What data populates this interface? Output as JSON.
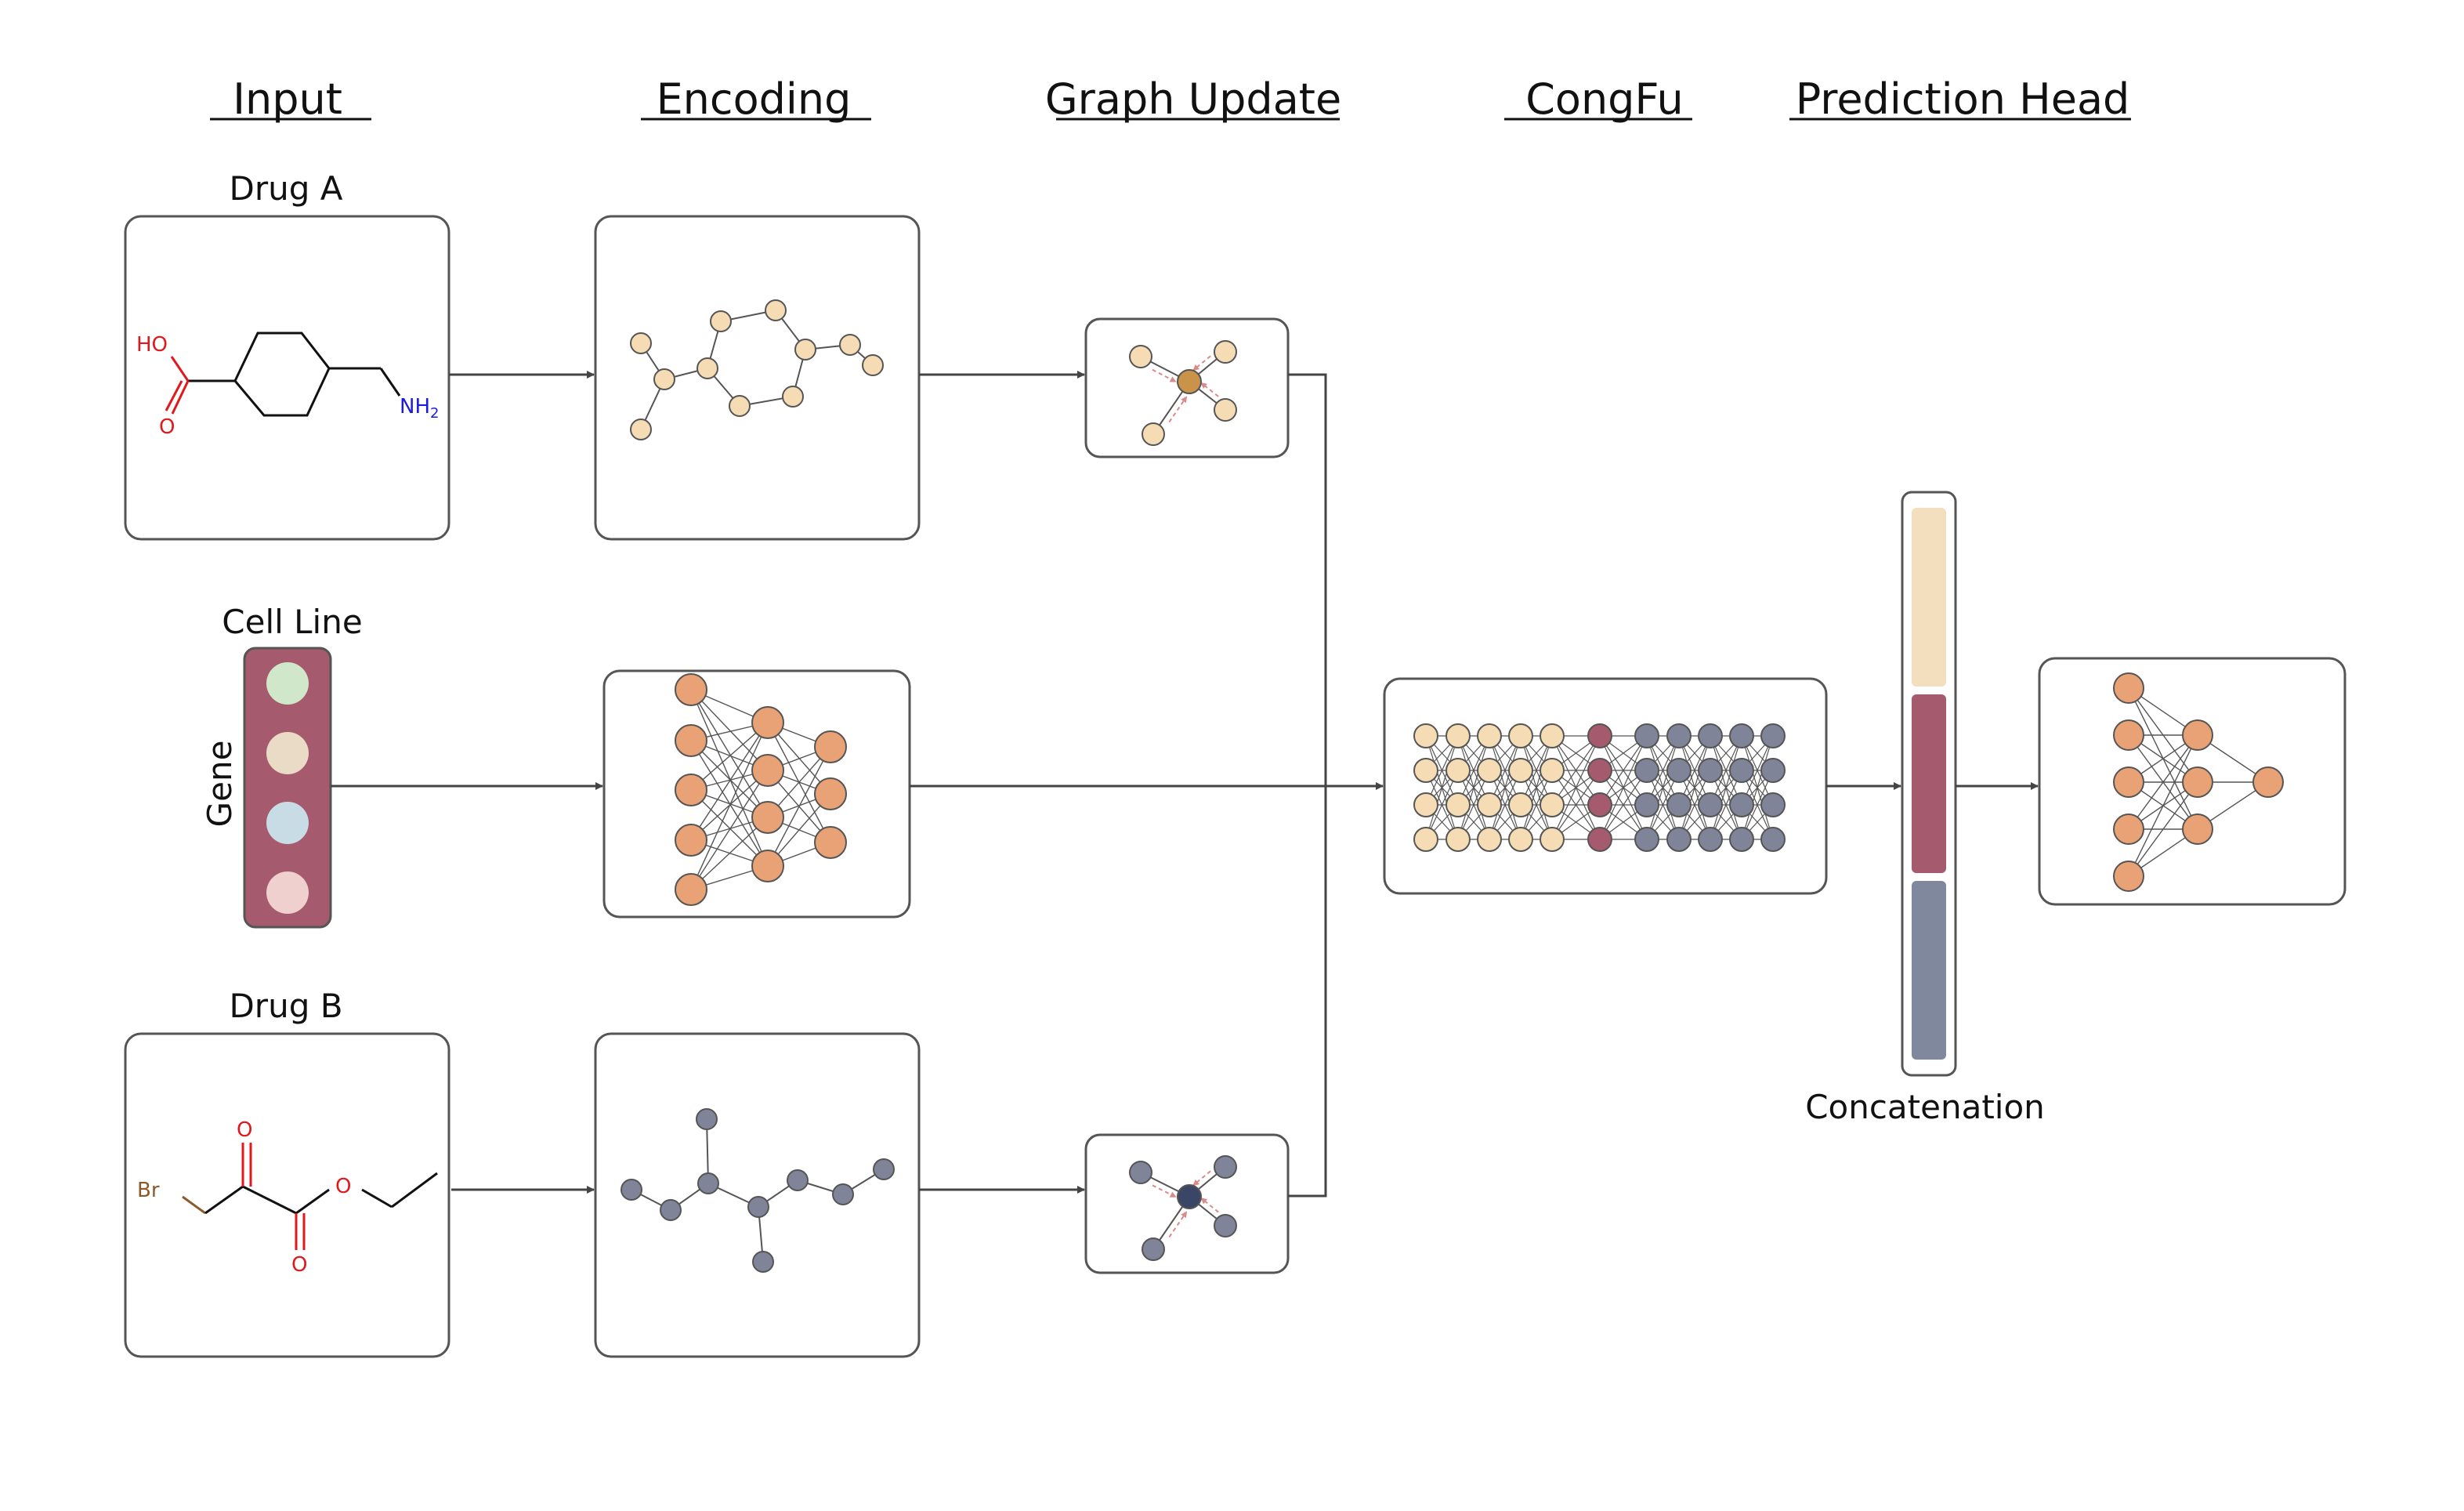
{
  "headers": {
    "input": "Input",
    "encoding": "Encoding",
    "graph_update": "Graph Update",
    "congfu": "CongFu",
    "prediction_head": "Prediction Head"
  },
  "labels": {
    "drug_a": "Drug A",
    "cell_line": "Cell Line",
    "gene": "Gene",
    "drug_b": "Drug B",
    "concatenation": "Concatenation"
  },
  "drug_a_atoms": {
    "ho": "HO",
    "o": "O",
    "nh2": "NH",
    "nh2_sub": "2"
  },
  "drug_b_atoms": {
    "br": "Br",
    "o_top": "O",
    "o_mid": "O",
    "o_bottom": "O"
  },
  "colors": {
    "drug_a_node": "#f5dcb5",
    "drug_a_center": "#c9944a",
    "drug_b_node": "#7f8499",
    "drug_b_center": "#3a4666",
    "cell_line_bar": "#a55a6e",
    "gene_colors": [
      "#d1e7c9",
      "#eadbc7",
      "#c8dce6",
      "#f0cfcf"
    ],
    "mlp_node": "#e8a275",
    "concat_segments": [
      "#f3dfbe",
      "#a55a6e",
      "#80889e"
    ],
    "atom_red": "#e0191c",
    "atom_blue": "#1a1ae0",
    "atom_brown": "#8b5a2b"
  }
}
